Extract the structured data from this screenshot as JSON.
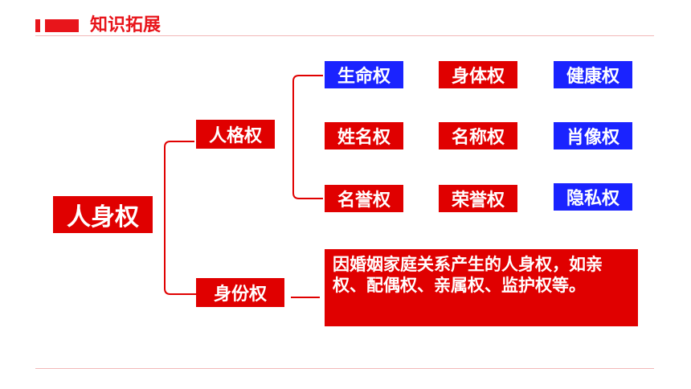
{
  "header": {
    "title": "知识拓展"
  },
  "diagram": {
    "root": "人身权",
    "branches": [
      {
        "label": "人格权",
        "rows": [
          [
            "生命权",
            "身体权",
            "健康权"
          ],
          [
            "姓名权",
            "名称权",
            "肖像权"
          ],
          [
            "名誉权",
            "荣誉权",
            "隐私权"
          ]
        ]
      },
      {
        "label": "身份权",
        "description": "因婚姻家庭关系产生的人身权，如亲权、配偶权、亲属权、监护权等。"
      }
    ]
  },
  "colors": {
    "accent_red": "#e00000",
    "accent_blue": "#1a23ff",
    "title_red": "#e8151b"
  }
}
